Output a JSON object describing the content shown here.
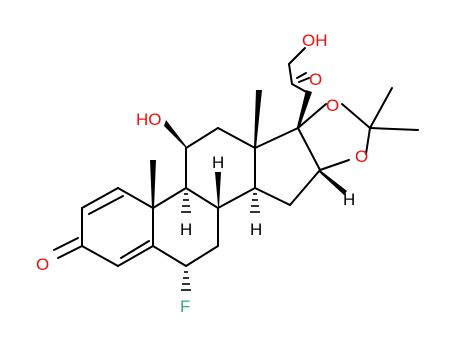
{
  "molecule": {
    "atoms": {
      "hydroxyl_top": "OH",
      "ketone_o_top": "O",
      "acetal_o_upper": "O",
      "acetal_o_lower": "O",
      "hydroxyl_11": "HO",
      "h_9": "H",
      "h_8": "H",
      "h_14": "H",
      "h_16": "H",
      "ketone_o_3": "O",
      "fluorine_6": "F"
    },
    "colors": {
      "bond": "#000000",
      "oxygen": "#ee1111",
      "fluorine": "#33aa88",
      "hydrogen": "#000000"
    }
  }
}
